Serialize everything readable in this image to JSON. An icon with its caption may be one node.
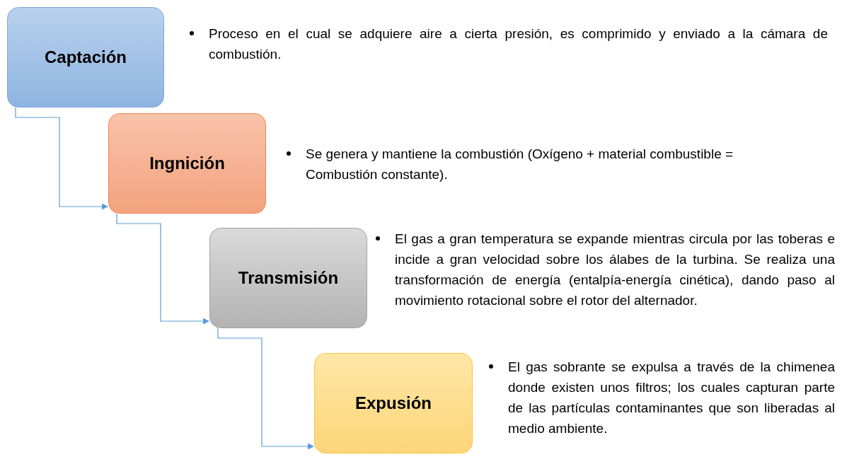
{
  "diagram": {
    "nodes": [
      {
        "text": [
          "Captación"
        ],
        "beside": [
          "Proceso en el cual se adquiere aire a cierta presión, es comprimido y enviado a la cámara de combustión."
        ]
      },
      {
        "text": [
          "Ingnición"
        ],
        "beside": [
          "Se genera y mantiene la combustión (Oxígeno + material combustible = Combustión constante)."
        ]
      },
      {
        "text": [
          "Transmisión"
        ],
        "beside": [
          "El gas a gran temperatura se expande mientras circula por las toberas e incide a gran velocidad sobre los álabes de la turbina. Se realiza una transformación de energía (entalpía-energía cinética), dando paso al movimiento rotacional sobre el rotor del alternador."
        ]
      },
      {
        "text": [
          "Expusión"
        ],
        "beside": [
          "El gas sobrante se expulsa a través de la chimenea donde existen unos filtros; los cuales capturan parte de las partículas contaminantes que son liberadas al medio ambiente."
        ]
      }
    ],
    "edges": [
      {
        "from": 0,
        "to": 1,
        "arrow": "to"
      },
      {
        "from": 1,
        "to": 2,
        "arrow": "to"
      },
      {
        "from": 2,
        "to": 3,
        "arrow": "to"
      }
    ]
  }
}
